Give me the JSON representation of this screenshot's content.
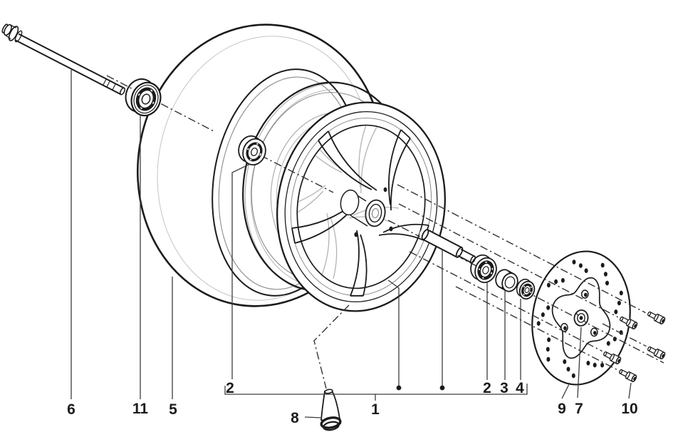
{
  "colors": {
    "background": "#ffffff",
    "line": "#1b1b1b",
    "hidden": "#b3b3b3",
    "centerline": "#333333",
    "leader": "#3d3d3d",
    "label": "#1c1c1c"
  },
  "callouts": [
    {
      "text": "6"
    },
    {
      "text": "11"
    },
    {
      "text": "5"
    },
    {
      "text": "2"
    },
    {
      "text": "8"
    },
    {
      "text": "1"
    },
    {
      "text": "2"
    },
    {
      "text": "3"
    },
    {
      "text": "4"
    },
    {
      "text": "9"
    },
    {
      "text": "7"
    },
    {
      "text": "10"
    }
  ]
}
